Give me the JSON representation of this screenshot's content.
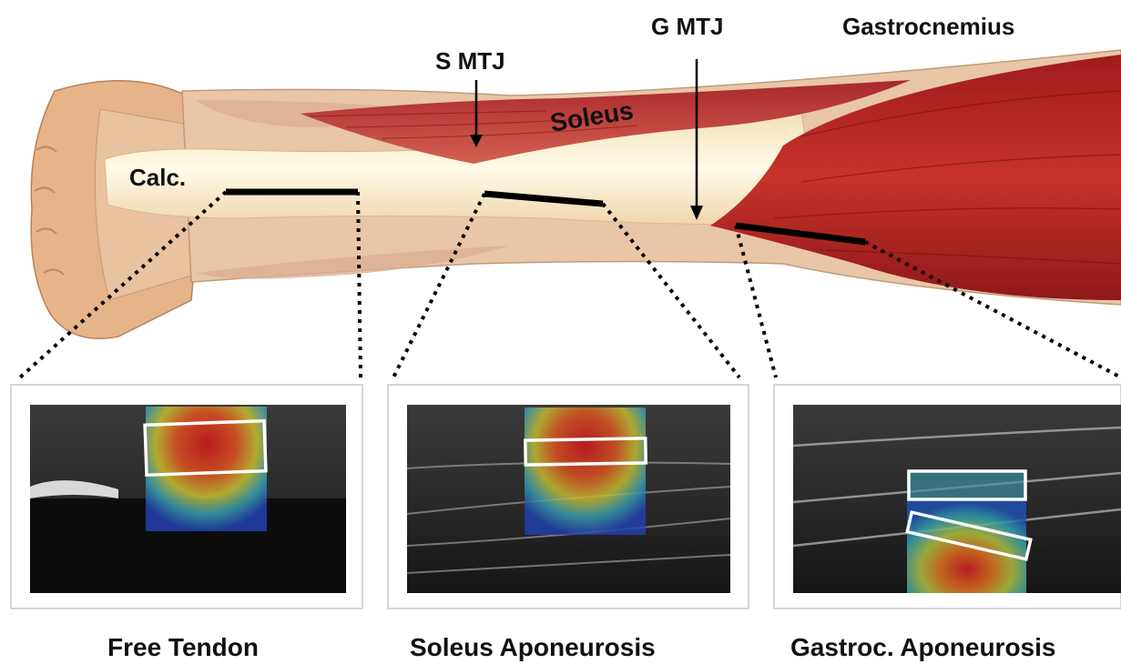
{
  "labels": {
    "gastrocnemius": "Gastrocnemius",
    "g_mtj": "G MTJ",
    "s_mtj": "S MTJ",
    "soleus": "Soleus",
    "calc": "Calc."
  },
  "panels": [
    {
      "caption": "Free Tendon"
    },
    {
      "caption": "Soleus Aponeurosis"
    },
    {
      "caption": "Gastroc. Aponeurosis"
    }
  ]
}
